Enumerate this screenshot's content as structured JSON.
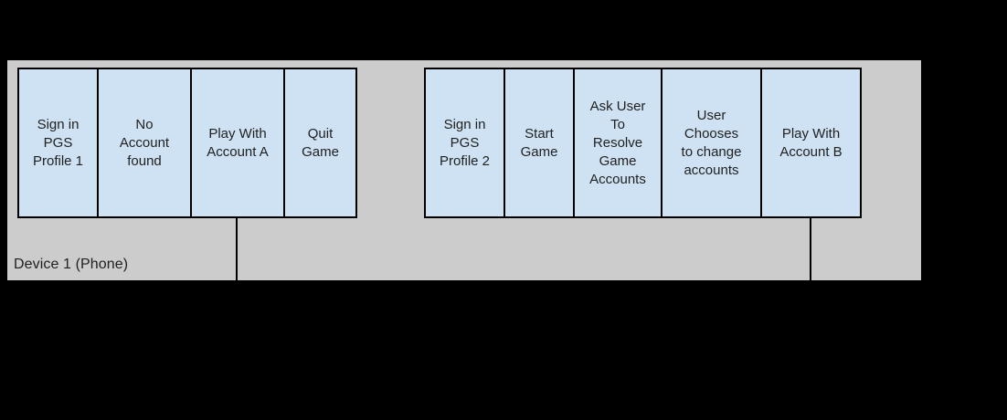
{
  "diagram": {
    "background_color": "#000000",
    "lane": {
      "label": "Device 1 (Phone)",
      "fill_color": "#cccccc"
    },
    "box_style": {
      "fill_color": "#cfe2f3",
      "border_color": "#000000",
      "text_color": "#212121"
    },
    "sequence_left": {
      "boxes": [
        {
          "label": "Sign in\nPGS\nProfile 1"
        },
        {
          "label": "No\nAccount\nfound"
        },
        {
          "label": "Play With\nAccount A"
        },
        {
          "label": "Quit\nGame"
        }
      ]
    },
    "sequence_right": {
      "boxes": [
        {
          "label": "Sign in\nPGS\nProfile 2"
        },
        {
          "label": "Start\nGame"
        },
        {
          "label": "Ask User\nTo\nResolve\nGame\nAccounts"
        },
        {
          "label": "User\nChooses\nto change\naccounts"
        },
        {
          "label": "Play With\nAccount B"
        }
      ]
    },
    "connectors": [
      {
        "from": "Play With Account A",
        "direction": "down"
      },
      {
        "from": "Play With Account B",
        "direction": "down"
      }
    ]
  }
}
